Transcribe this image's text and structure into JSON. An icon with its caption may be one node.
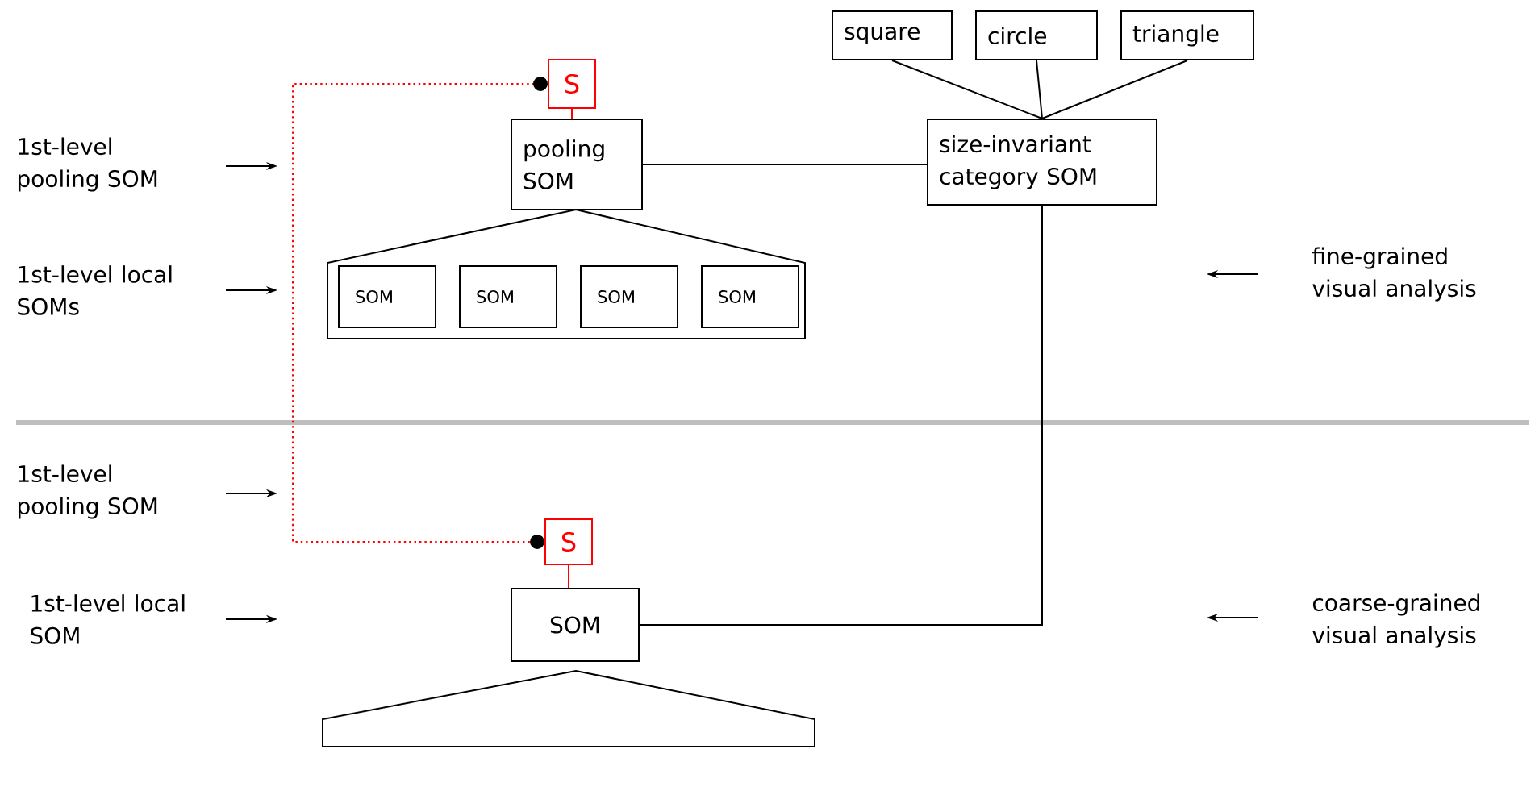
{
  "diagram": {
    "nodes": [
      {
        "text": [
          "S"
        ]
      },
      {
        "text": [
          "pooling SOM"
        ]
      },
      {
        "text": [],
        "shape": "pentagon"
      },
      {
        "text": [
          "SOM"
        ],
        "in": 2
      },
      {
        "text": [
          "SOM"
        ],
        "in": 2
      },
      {
        "text": [
          "SOM"
        ],
        "in": 2
      },
      {
        "text": [
          "SOM"
        ],
        "in": 2
      },
      {
        "text": [
          "square"
        ]
      },
      {
        "text": [
          "circle"
        ]
      },
      {
        "text": [
          "triangle"
        ]
      },
      {
        "text": [
          "size-invariant category SOM"
        ]
      },
      {
        "text": [
          "S"
        ]
      },
      {
        "text": [
          "SOM"
        ]
      },
      {
        "text": [],
        "shape": "pentagon"
      }
    ],
    "edges": [
      {
        "from": 0,
        "to": 1,
        "arrow": "none",
        "color": "#ff0000"
      },
      {
        "from": 0,
        "to": 11,
        "arrow": "other",
        "style": "dashed",
        "color": "#ff0000"
      },
      {
        "from": 1,
        "to": 10,
        "arrow": "none"
      },
      {
        "from": 7,
        "to": 10,
        "arrow": "none"
      },
      {
        "from": 8,
        "to": 10,
        "arrow": "none"
      },
      {
        "from": 9,
        "to": 10,
        "arrow": "none"
      },
      {
        "from": 10,
        "to": 12,
        "arrow": "none"
      },
      {
        "from": 11,
        "to": 12,
        "arrow": "none",
        "color": "#ff0000"
      }
    ],
    "labels": [
      "1st-level pooling SOM",
      "1st-level local SOMs",
      "fine-grained visual analysis",
      "1st-level pooling SOM",
      "1st-level local SOM",
      "coarse-grained visual analysis"
    ]
  }
}
